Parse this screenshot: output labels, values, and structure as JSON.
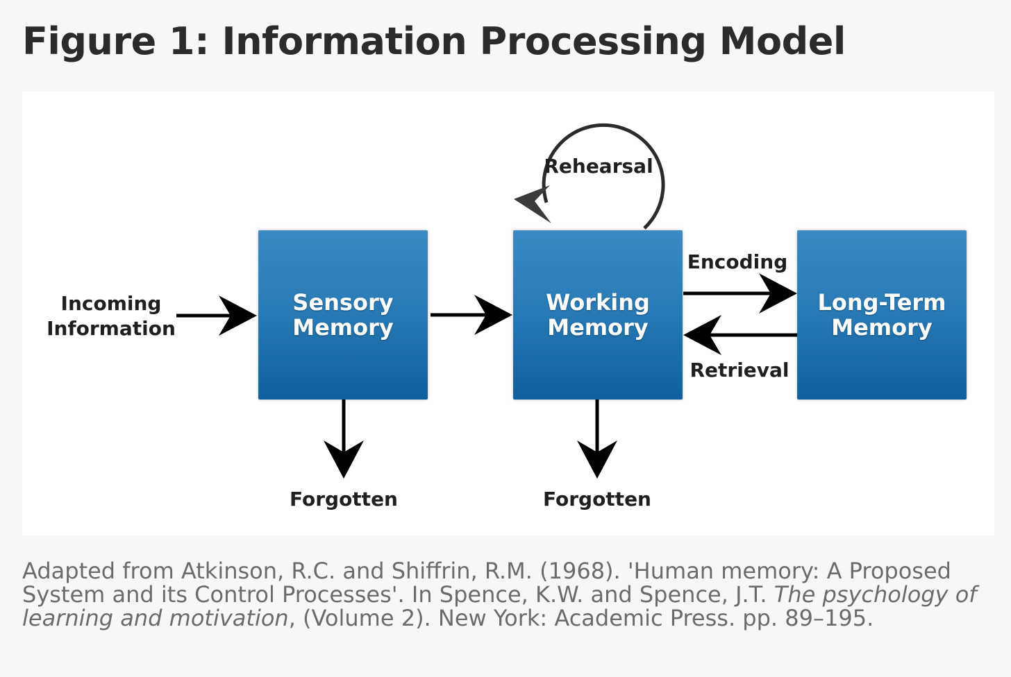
{
  "figure": {
    "title": "Figure 1: Information Processing Model"
  },
  "diagram": {
    "nodes": {
      "sensory_memory": "Sensory\nMemory",
      "working_memory": "Working\nMemory",
      "long_term_memory": "Long-Term\nMemory"
    },
    "labels": {
      "incoming_information": "Incoming\nInformation",
      "rehearsal": "Rehearsal",
      "encoding": "Encoding",
      "retrieval": "Retrieval",
      "forgotten_sensory": "Forgotten",
      "forgotten_working": "Forgotten"
    },
    "edges": [
      {
        "from": "incoming_information",
        "to": "sensory_memory"
      },
      {
        "from": "sensory_memory",
        "to": "working_memory"
      },
      {
        "from": "working_memory",
        "to": "working_memory",
        "label": "rehearsal"
      },
      {
        "from": "working_memory",
        "to": "long_term_memory",
        "label": "encoding"
      },
      {
        "from": "long_term_memory",
        "to": "working_memory",
        "label": "retrieval"
      },
      {
        "from": "sensory_memory",
        "to": "forgotten_sensory"
      },
      {
        "from": "working_memory",
        "to": "forgotten_working"
      }
    ],
    "colors": {
      "box_top": "#3b8ac2",
      "box_bottom": "#0f609c",
      "arrow": "#000000",
      "rehearsal_loop": "#2b2b2b"
    }
  },
  "caption": {
    "part1": "Adapted from Atkinson, R.C. and Shiffrin, R.M. (1968). 'Human memory: A Proposed System and its Control Processes'. In Spence, K.W. and Spence, J.T. ",
    "book_title": "The psychology of learning and motivation",
    "part2": ", (Volume 2). New York: Academic Press. pp. 89–195."
  }
}
